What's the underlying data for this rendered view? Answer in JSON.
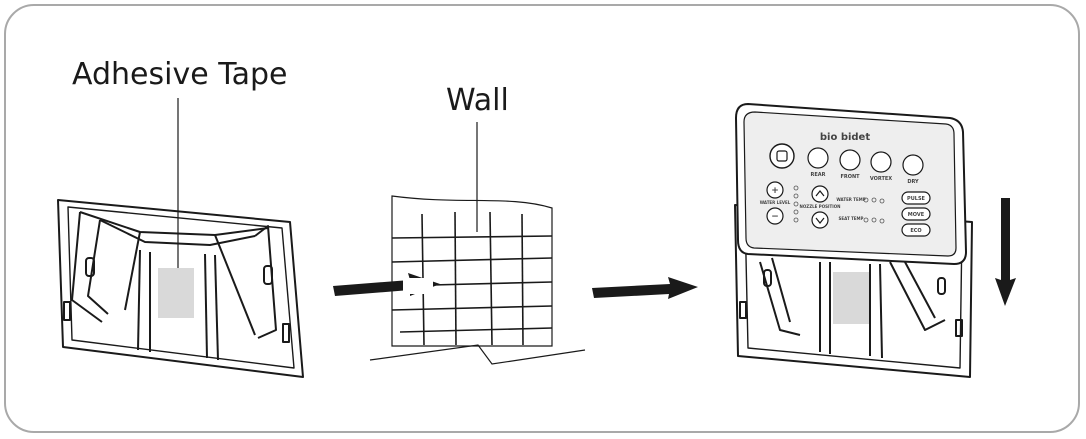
{
  "labels": {
    "adhesive_tape": "Adhesive Tape",
    "wall": "Wall"
  },
  "remote": {
    "brand": "bio bidet",
    "buttons": {
      "rear": "REAR",
      "front": "FRONT",
      "vortex": "VORTEX",
      "dry": "DRY",
      "water_level": "WATER LEVEL",
      "nozzle_position": "NOZZLE POSITION",
      "water_temp": "WATER TEMP",
      "seat_temp": "SEAT TEMP",
      "pulse": "PULSE",
      "move": "MOVE",
      "eco": "ECO"
    }
  },
  "icons": {
    "arrow_right_1": "arrow-right-icon",
    "arrow_right_2": "arrow-right-icon",
    "arrow_down": "arrow-down-icon"
  },
  "colors": {
    "frame_border": "#a9a9a9",
    "line": "#1a1a1a",
    "tape": "#d9d9d9",
    "remote_face": "#eeeeee"
  }
}
